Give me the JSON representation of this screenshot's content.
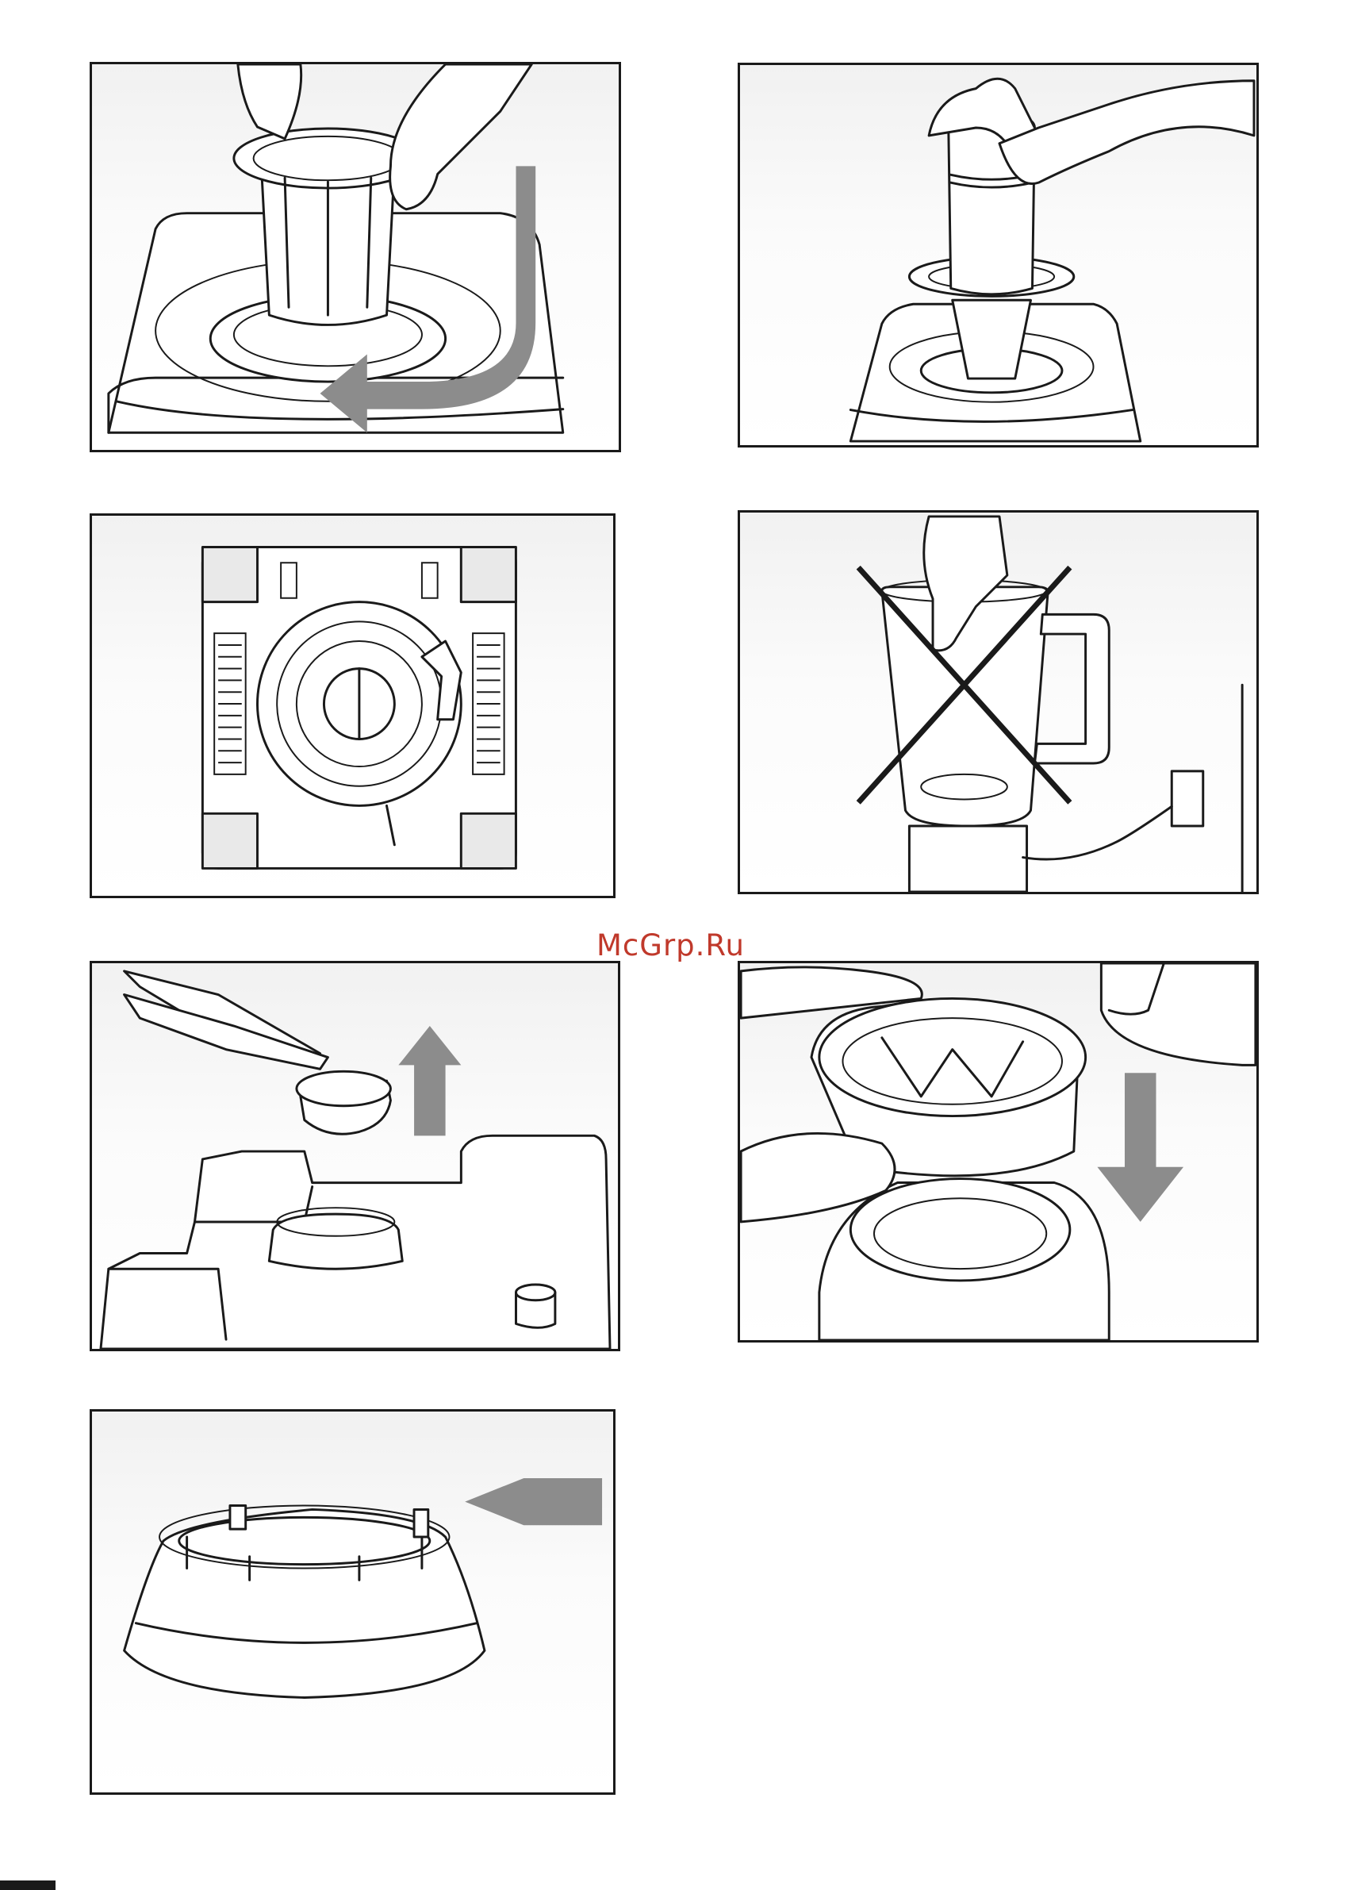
{
  "watermark": {
    "text": "McGrp.Ru",
    "color": "#c0392b"
  },
  "panels": [
    {
      "id": "p1",
      "icon": "insert-seal-ring-arrow-icon"
    },
    {
      "id": "p2",
      "icon": "tamper-in-jar-base-icon"
    },
    {
      "id": "p3",
      "icon": "motor-base-underside-icon"
    },
    {
      "id": "p4",
      "icon": "no-hands-in-jar-while-plugged-icon"
    },
    {
      "id": "p5",
      "icon": "remove-drive-coupling-pliers-icon"
    },
    {
      "id": "p6",
      "icon": "insert-blade-assembly-icon"
    },
    {
      "id": "p7",
      "icon": "blade-unit-locking-pin-icon"
    }
  ],
  "colors": {
    "frame": "#1a1a1a",
    "arrow": "#8c8c8c",
    "cross": "#1a1a1a"
  }
}
